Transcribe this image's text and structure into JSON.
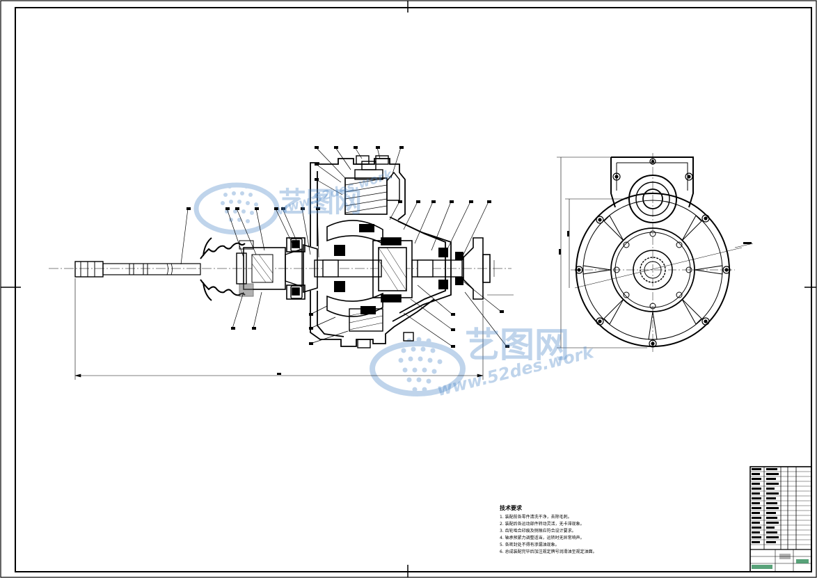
{
  "watermarks": [
    {
      "cn": "艺图网",
      "en": "www.52des.work"
    },
    {
      "cn": "艺图网",
      "en": "www.52des.work"
    }
  ],
  "technical_requirements": {
    "title": "技术要求",
    "items": [
      "1. 装配前各零件清洗干净，去除毛刺。",
      "2. 装配后各运动部件转动灵活，无卡滞现象。",
      "3. 齿轮啮合印痕及侧隙应符合设计要求。",
      "4. 轴承预紧力调整适当，运转时无异常响声。",
      "5. 各密封处不得有渗漏油现象。",
      "6. 总成装配完毕后加注规定牌号润滑油至规定油面。"
    ]
  },
  "colors": {
    "line": "#000000",
    "watermark": "#4a86c8",
    "title_green": "#2e8b57"
  }
}
